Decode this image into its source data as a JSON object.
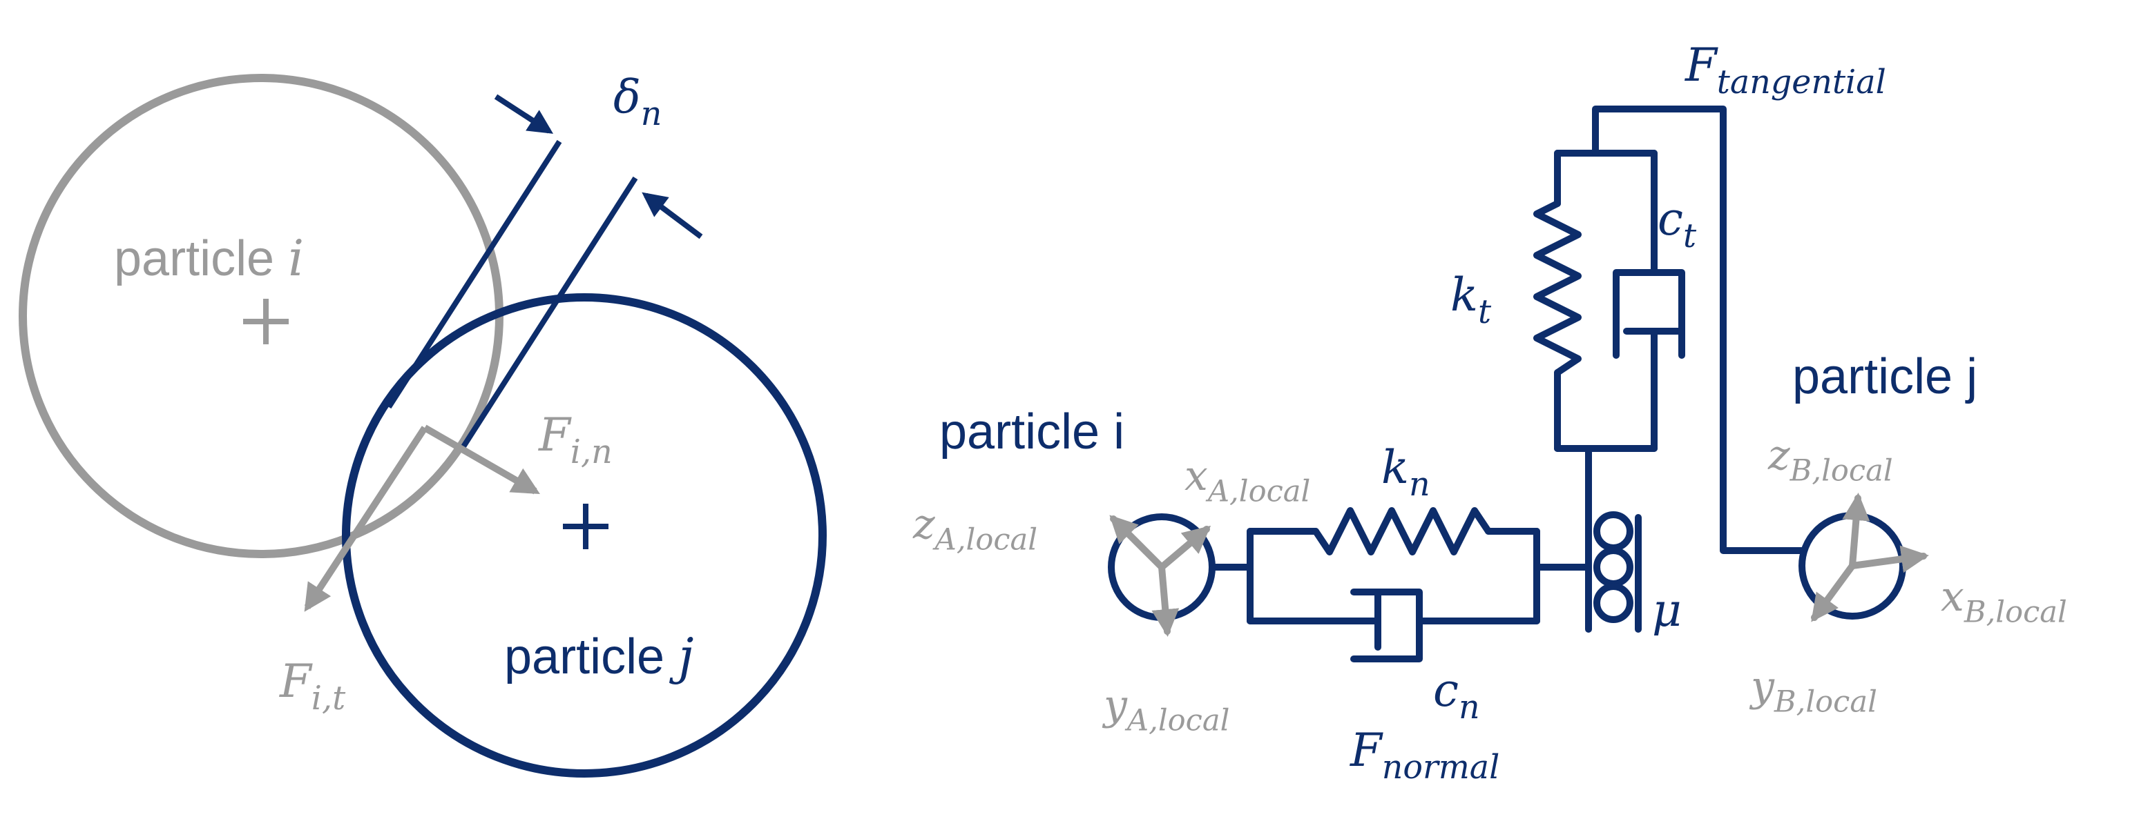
{
  "colors": {
    "particle_i": "#9a9a9a",
    "particle_j": "#0d2d6b",
    "background": "#ffffff"
  },
  "left_figure": {
    "particle_i_label": {
      "text": "particle",
      "var": "i"
    },
    "particle_j_label": {
      "text": "particle",
      "var": "j"
    },
    "overlap": {
      "sym": "δ",
      "sub": "n"
    },
    "force_normal": {
      "sym": "F",
      "sub": "i,n"
    },
    "force_tangential": {
      "sym": "F",
      "sub": "i,t"
    }
  },
  "right_figure": {
    "particle_i_label": "particle i",
    "particle_j_label": "particle j",
    "k_n": {
      "sym": "k",
      "sub": "n"
    },
    "c_n": {
      "sym": "c",
      "sub": "n"
    },
    "k_t": {
      "sym": "k",
      "sub": "t"
    },
    "c_t": {
      "sym": "c",
      "sub": "t"
    },
    "mu": "μ",
    "F_normal": {
      "sym": "F",
      "sub": "normal"
    },
    "F_tangential": {
      "sym": "F",
      "sub": "tangential"
    },
    "axes_A": {
      "x": {
        "sym": "x",
        "sub": "A,local"
      },
      "y": {
        "sym": "y",
        "sub": "A,local"
      },
      "z": {
        "sym": "z",
        "sub": "A,local"
      }
    },
    "axes_B": {
      "x": {
        "sym": "x",
        "sub": "B,local"
      },
      "y": {
        "sym": "y",
        "sub": "B,local"
      },
      "z": {
        "sym": "z",
        "sub": "B,local"
      }
    }
  }
}
